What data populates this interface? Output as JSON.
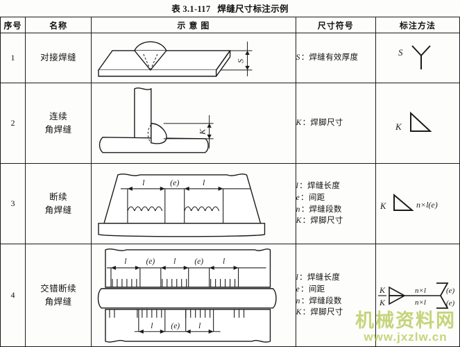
{
  "title": {
    "table_number": "表 3.1-117",
    "table_name": "焊缝尺寸标注示例"
  },
  "table": {
    "headers": {
      "no": "序号",
      "name": "名称",
      "figure": "示 意 图",
      "symbol": "尺寸符号",
      "notation": "标注方法"
    },
    "rows": [
      {
        "no": "1",
        "name_lines": [
          "对接焊缝"
        ],
        "figure_caption": "对接焊缝示意图：两块开V形坡口的钢板对接，焊缝有效厚度 S 由右侧尺寸线标出",
        "figure_labels": {
          "s": "S"
        },
        "symbols": [
          {
            "letter": "S",
            "desc": "焊缝有效厚度"
          }
        ],
        "notation": {
          "prefix": "S",
          "symbol_shape": "y-weld-symbol",
          "suffix": ""
        }
      },
      {
        "no": "2",
        "name_lines": [
          "连续",
          "角焊缝"
        ],
        "figure_caption": "连续角焊缝示意图：T形接头，立板与底板间连续角焊缝，焊脚尺寸 K 由右侧尺寸线标出",
        "figure_labels": {
          "k": "K"
        },
        "symbols": [
          {
            "letter": "K",
            "desc": "焊脚尺寸"
          }
        ],
        "notation": {
          "prefix": "K",
          "symbol_shape": "fillet-triangle",
          "suffix": ""
        }
      },
      {
        "no": "3",
        "name_lines": [
          "断续",
          "角焊缝"
        ],
        "figure_caption": "断续角焊缝示意图：焊缝分段布置，标注焊缝长度 l 与间距 (e)",
        "figure_labels": {
          "l1": "l",
          "e1": "(e)",
          "l2": "l"
        },
        "symbols": [
          {
            "letter": "l",
            "desc": "焊缝长度"
          },
          {
            "letter": "e",
            "desc": "间距"
          },
          {
            "letter": "n",
            "desc": "焊缝段数"
          },
          {
            "letter": "K",
            "desc": "焊脚尺寸"
          }
        ],
        "notation": {
          "prefix": "K",
          "symbol_shape": "fillet-triangle",
          "suffix": "n×l(e)"
        }
      },
      {
        "no": "4",
        "name_lines": [
          "交错断续",
          "角焊缝"
        ],
        "figure_caption": "交错断续角焊缝示意图：上下两侧焊缝交错分段布置，分别标注 l 与 (e)",
        "figure_labels": {
          "top": [
            "l",
            "(e)",
            "l",
            "(e)",
            "l"
          ],
          "bottom": [
            "l",
            "(e)",
            "l"
          ]
        },
        "symbols": [
          {
            "letter": "l",
            "desc": "焊缝长度"
          },
          {
            "letter": "e",
            "desc": "间距"
          },
          {
            "letter": "n",
            "desc": "焊缝段数"
          },
          {
            "letter": "K",
            "desc": "焊脚尺寸"
          }
        ],
        "notation": {
          "prefix_top": "K",
          "prefix_bottom": "K",
          "symbol_shape": "staggered-fillet-double-triangle",
          "label_top": "n×l",
          "label_bottom": "n×l",
          "tail_top": "(e)",
          "tail_bottom": "(e)"
        }
      }
    ]
  },
  "watermark": {
    "line1": "机械资料网",
    "line2": "www.jxzlw.cn",
    "color": "#b0c448"
  }
}
